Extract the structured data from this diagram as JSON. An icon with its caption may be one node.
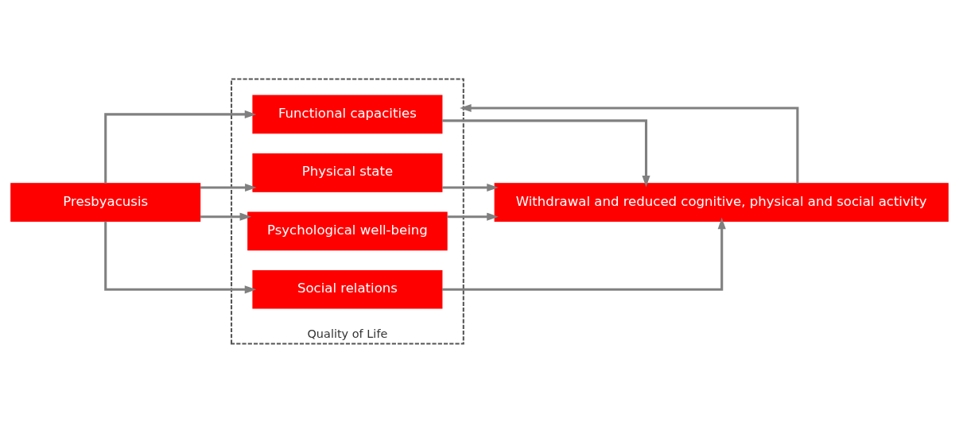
{
  "diagram": {
    "nodes": [
      {
        "text": [
          "Presbyacusis"
        ]
      },
      {
        "text": [
          "Quality of Life"
        ]
      },
      {
        "text": [
          "Functional capacities"
        ],
        "in": 1
      },
      {
        "text": [
          "Physical state"
        ],
        "in": 1
      },
      {
        "text": [
          "Psychological well-being"
        ],
        "in": 1
      },
      {
        "text": [
          "Social relations"
        ],
        "in": 1
      },
      {
        "text": [
          "Withdrawal and reduced cognitive, physical and social activity"
        ]
      }
    ],
    "edges": [
      {
        "from": 0,
        "to": 2,
        "arrow": "to"
      },
      {
        "from": 0,
        "to": 3,
        "arrow": "to"
      },
      {
        "from": 0,
        "to": 4,
        "arrow": "to"
      },
      {
        "from": 0,
        "to": 5,
        "arrow": "to"
      },
      {
        "from": 2,
        "to": 6,
        "arrow": "to"
      },
      {
        "from": 3,
        "to": 6,
        "arrow": "to"
      },
      {
        "from": 4,
        "to": 6,
        "arrow": "to"
      },
      {
        "from": 5,
        "to": 6,
        "arrow": "to"
      },
      {
        "from": 6,
        "to": 1,
        "arrow": "to"
      }
    ]
  }
}
